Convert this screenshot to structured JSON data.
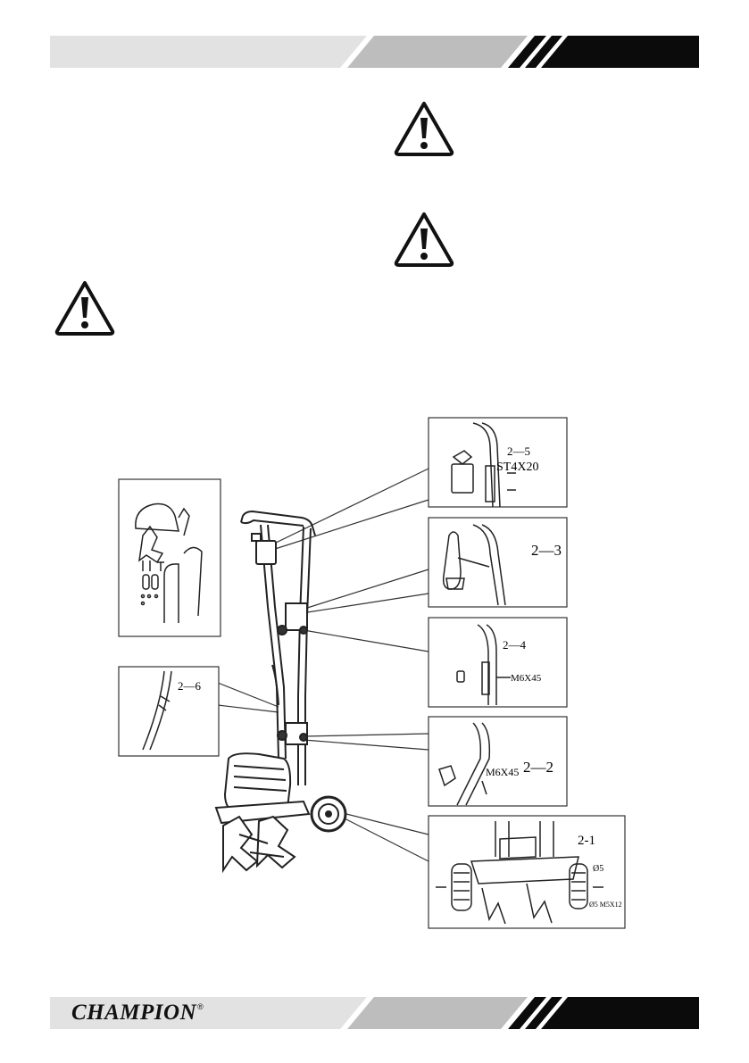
{
  "colors": {
    "band_light": "#e2e2e2",
    "band_mid": "#bdbdbd",
    "band_dark": "#0b0b0b",
    "warning_stroke": "#111111"
  },
  "icons": {
    "warning": "warning-triangle-icon",
    "logo": "champion-logo"
  },
  "assembly": {
    "callouts": {
      "c25": {
        "step": "2—5",
        "part": "ST4X20"
      },
      "c23": {
        "step": "2—3"
      },
      "c24": {
        "step": "2—4",
        "part": "M6X45"
      },
      "c22": {
        "step": "2—2",
        "part": "M6X45"
      },
      "c21": {
        "step": "2-1",
        "washer": "Ø5",
        "bolt": "Ø5 M5X12"
      },
      "c26": {
        "step": "2—6"
      }
    }
  },
  "footer": {
    "logo_text": "CHAMPION",
    "logo_mark": "®"
  }
}
